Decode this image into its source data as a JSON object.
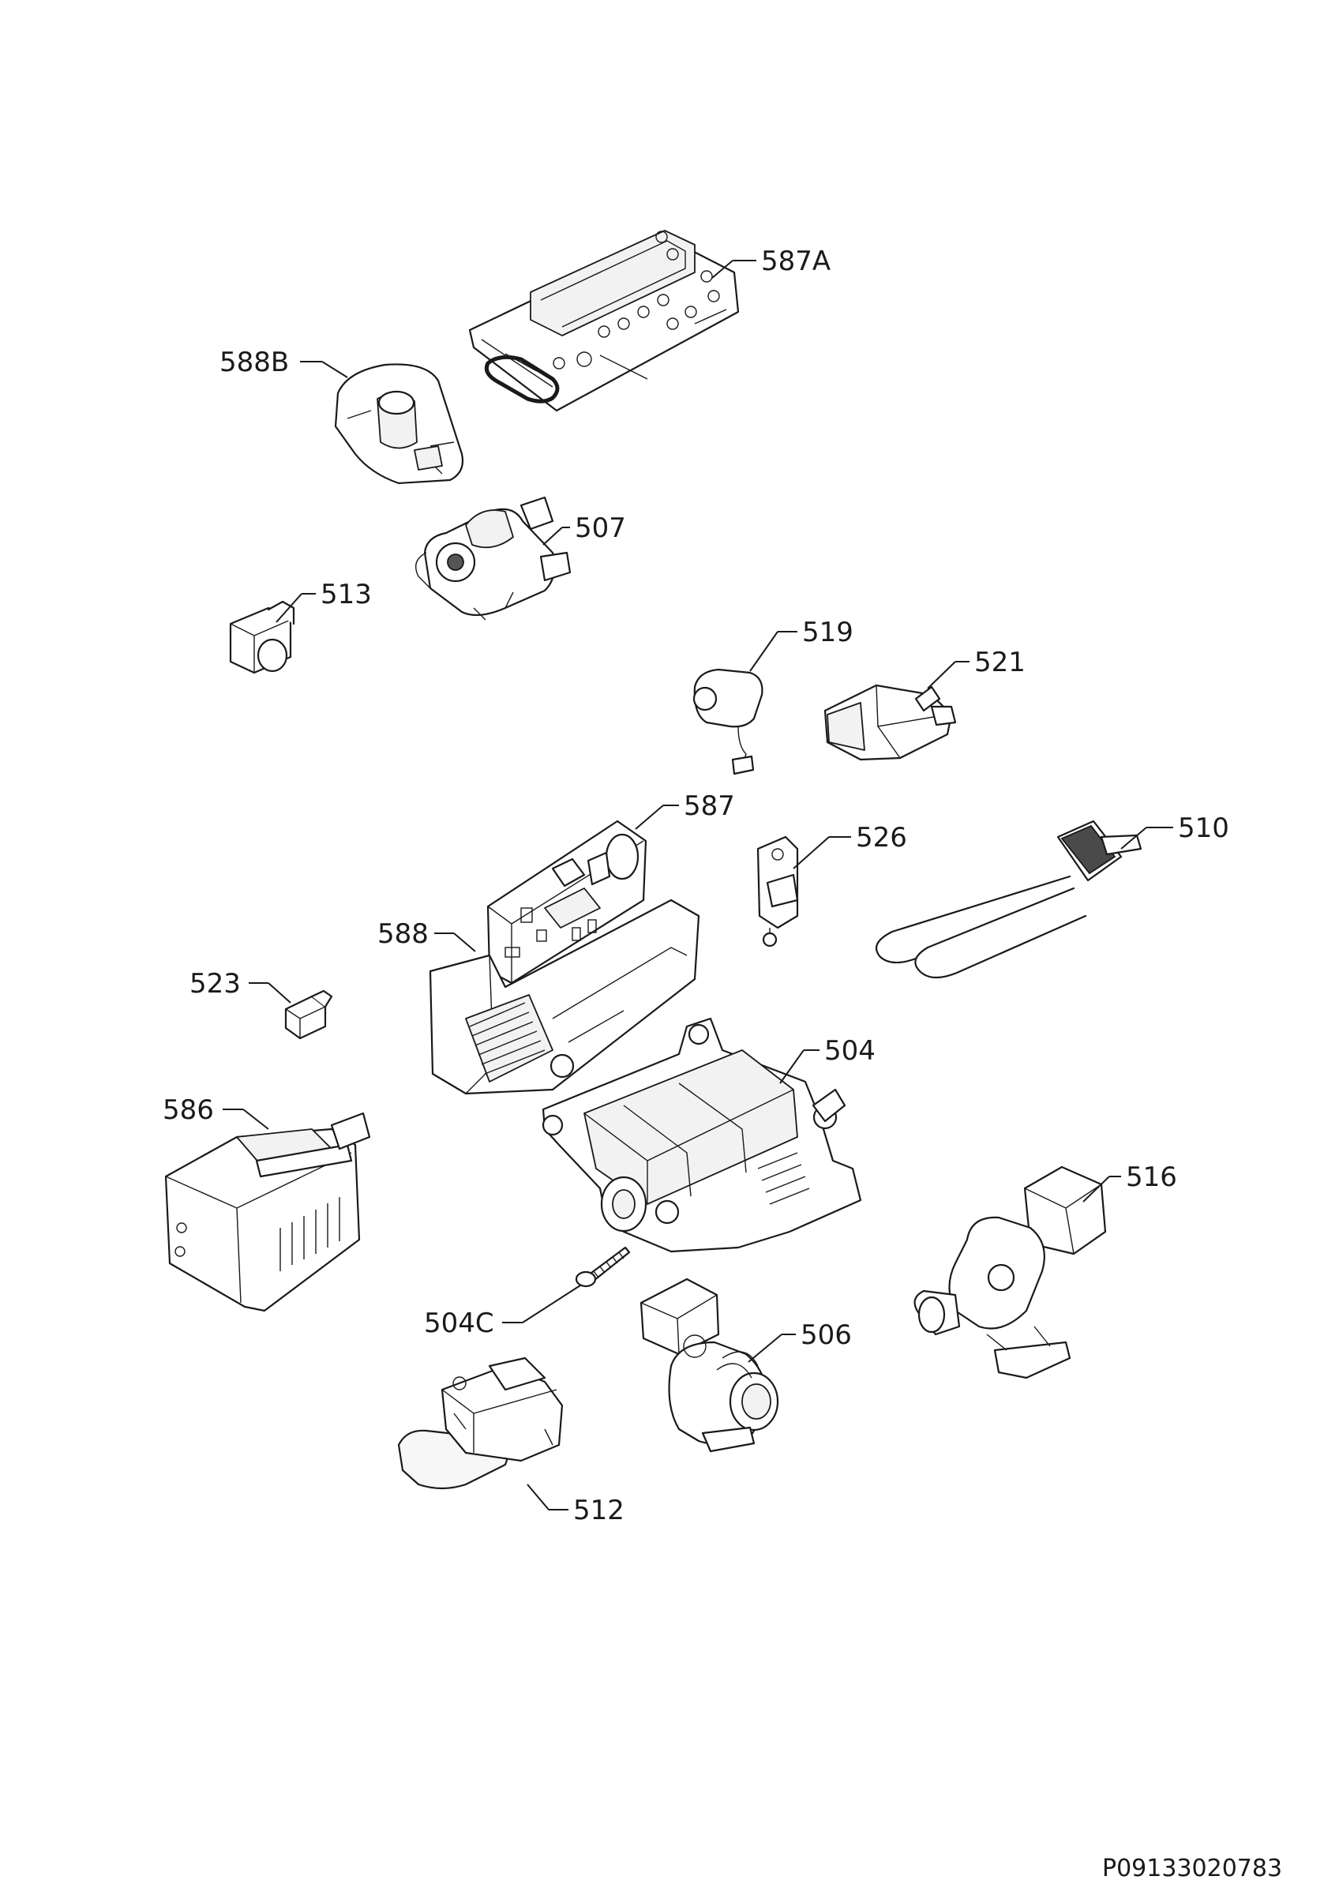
{
  "diagram": {
    "labels": {
      "p587A": "587A",
      "p588B": "588B",
      "p507": "507",
      "p513": "513",
      "p519": "519",
      "p521": "521",
      "p587": "587",
      "p526": "526",
      "p510": "510",
      "p588": "588",
      "p523": "523",
      "p504": "504",
      "p586": "586",
      "p516": "516",
      "p504C": "504C",
      "p506": "506",
      "p512": "512"
    },
    "document_code": "P09133020783"
  }
}
